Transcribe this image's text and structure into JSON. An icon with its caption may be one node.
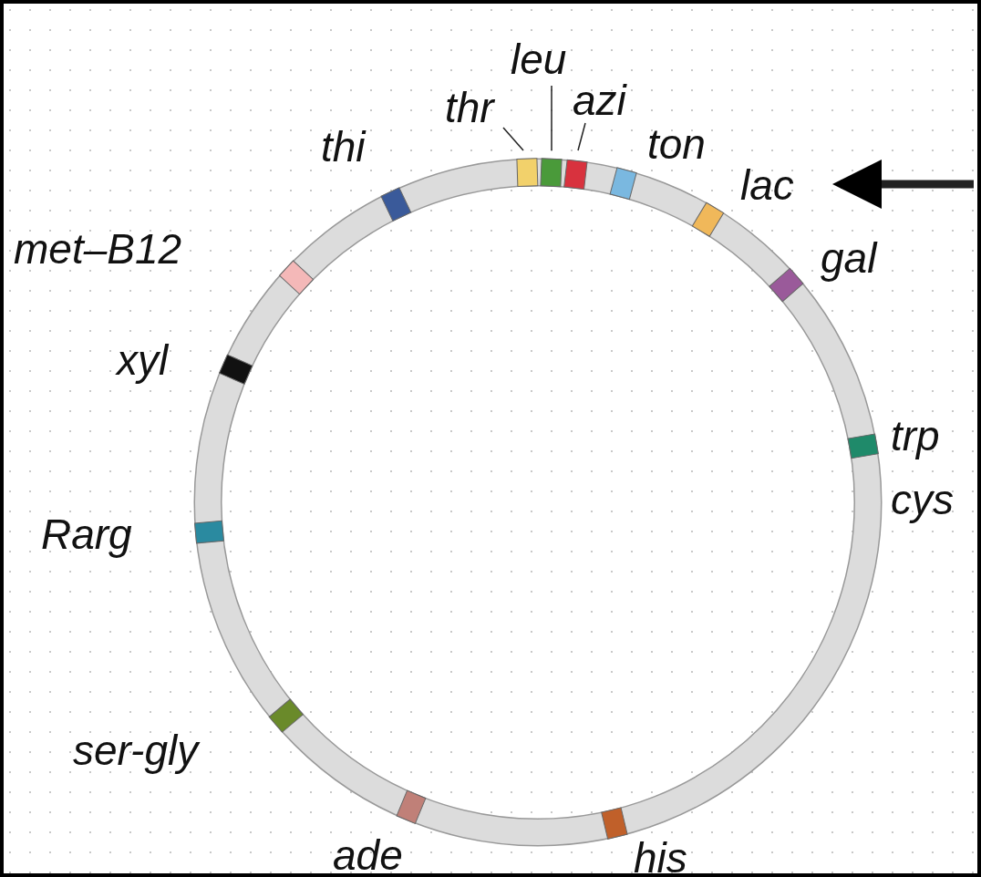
{
  "diagram": {
    "nodes": [
      {
        "text": [
          "thr"
        ]
      },
      {
        "text": [
          "leu"
        ]
      },
      {
        "text": [
          "azi"
        ]
      },
      {
        "text": [
          "lac"
        ]
      },
      {
        "text": [],
        "shape": "bar"
      },
      {
        "text": [],
        "shape": "bar"
      },
      {
        "text": [],
        "shape": "bar"
      }
    ],
    "edges": [
      {
        "from": 0,
        "to": 4,
        "arrow": "none"
      },
      {
        "from": 1,
        "to": 5,
        "arrow": "none"
      },
      {
        "from": 2,
        "to": 6,
        "arrow": "none"
      },
      {
        "from": null,
        "to": 3,
        "arrow": "to",
        "style": "thick"
      }
    ],
    "labels": [
      "thi",
      "ton",
      "met–B12",
      "gal",
      "xyl",
      "trp",
      "cys",
      "Rarg",
      "ser-gly",
      "ade",
      "his"
    ]
  }
}
